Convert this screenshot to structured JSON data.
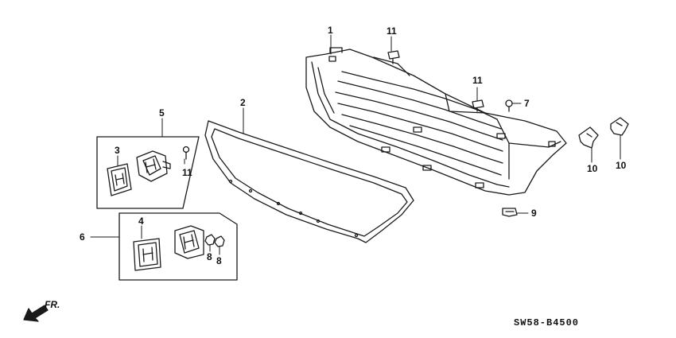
{
  "callouts": {
    "c1": "1",
    "c2": "2",
    "c3": "3",
    "c4": "4",
    "c5": "5",
    "c6": "6",
    "c7": "7",
    "c8a": "8",
    "c8b": "8",
    "c9": "9",
    "c10a": "10",
    "c10b": "10",
    "c11a": "11",
    "c11b": "11",
    "c11c": "11"
  },
  "direction_label": "FR.",
  "diagram_code": "SW58-B4500",
  "colors": {
    "line": "#1a1a1a",
    "paper": "#ffffff"
  }
}
